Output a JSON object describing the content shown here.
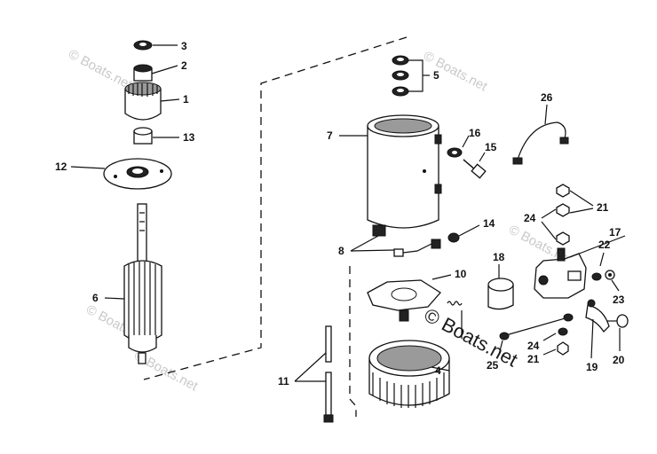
{
  "diagram": {
    "labels": [
      "3",
      "2",
      "1",
      "13",
      "12",
      "6",
      "5",
      "26",
      "7",
      "16",
      "15",
      "14",
      "21",
      "24",
      "8",
      "17",
      "22",
      "18",
      "10",
      "23",
      "24",
      "21",
      "25",
      "4",
      "19",
      "20",
      "11"
    ],
    "watermarks": [
      "© Boats.net",
      "© Boats.net",
      "© Boats.net",
      "© Boats.net",
      "© Boats.net",
      "© Boats.net"
    ]
  }
}
